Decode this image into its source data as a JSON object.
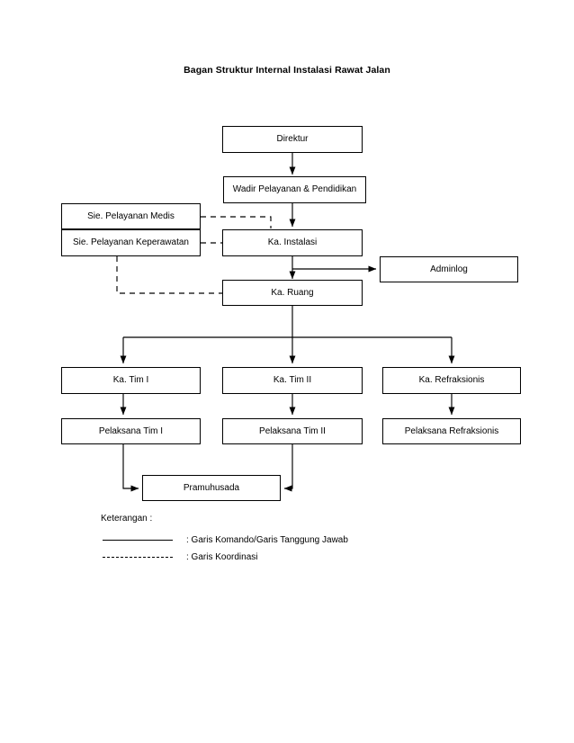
{
  "title": "Bagan Struktur Internal Instalasi Rawat Jalan",
  "nodes": {
    "direktur": "Direktur",
    "wadir": "Wadir Pelayanan & Pendidikan",
    "sie_medis": "Sie. Pelayanan Medis",
    "sie_keperawatan": "Sie. Pelayanan Keperawatan",
    "ka_instalasi": "Ka. Instalasi",
    "adminlog": "Adminlog",
    "ka_ruang": "Ka. Ruang",
    "ka_tim_1": "Ka. Tim I",
    "ka_tim_2": "Ka. Tim II",
    "ka_refraksionis": "Ka. Refraksionis",
    "pelaksana_tim_1": "Pelaksana Tim I",
    "pelaksana_tim_2": "Pelaksana Tim II",
    "pelaksana_refraksionis": "Pelaksana Refraksionis",
    "pramuhusada": "Pramuhusada"
  },
  "legend": {
    "heading": "Keterangan :",
    "solid_label": ": Garis Komando/Garis Tanggung Jawab",
    "dashed_label": ": Garis Koordinasi"
  },
  "colors": {
    "line": "#000000",
    "box_border": "#000000",
    "background": "#ffffff",
    "text": "#000000"
  }
}
